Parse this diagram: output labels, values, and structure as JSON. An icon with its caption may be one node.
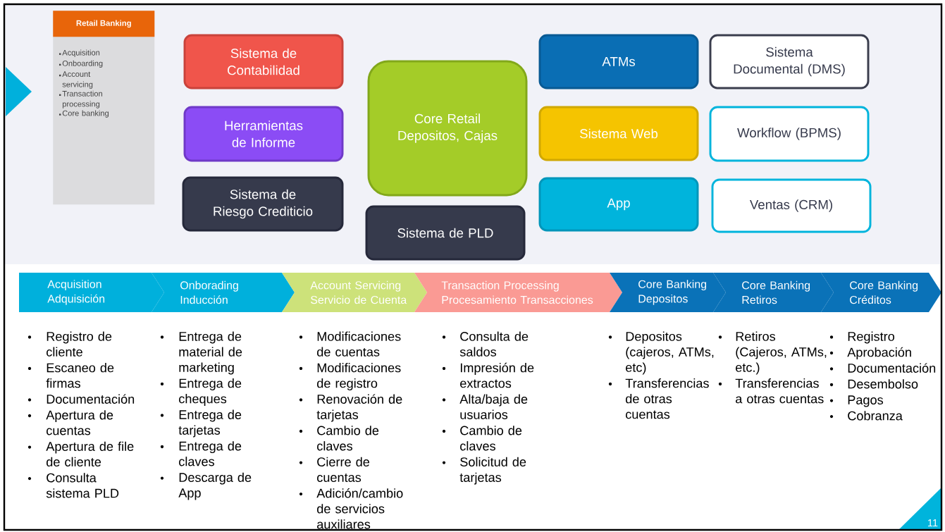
{
  "diagram": {
    "nodes": [
      {
        "text": [
          "Retail Banking",
          "Acquisition",
          "Onboarding",
          "Account servicing",
          "Transaction processing",
          "Core banking"
        ]
      },
      {
        "text": [
          "Sistema de Contabilidad"
        ]
      },
      {
        "text": [
          "Herramientas de Informe"
        ]
      },
      {
        "text": [
          "Sistema de Riesgo Crediticio"
        ]
      },
      {
        "text": [
          "Core Retail Depositos, Cajas"
        ]
      },
      {
        "text": [
          "Sistema de PLD"
        ]
      },
      {
        "text": [
          "ATMs"
        ]
      },
      {
        "text": [
          "Sistema Documental (DMS)"
        ]
      },
      {
        "text": [
          "Sistema Web"
        ]
      },
      {
        "text": [
          "Workflow (BPMS)"
        ]
      },
      {
        "text": [
          "App"
        ]
      },
      {
        "text": [
          "Ventas (CRM)"
        ]
      },
      {
        "text": [
          "Acquisition",
          "Adquisición"
        ],
        "beside": [
          "Registro de cliente",
          "Escaneo de firmas",
          "Documentación",
          "Apertura de cuentas",
          "Apertura de file de cliente",
          "Consulta sistema PLD"
        ]
      },
      {
        "text": [
          "Onborading",
          "Inducción"
        ],
        "beside": [
          "Entrega de material de marketing",
          "Entrega de cheques",
          "Entrega de tarjetas",
          "Entrega de claves",
          "Descarga de App"
        ]
      },
      {
        "text": [
          "Account Servicing",
          "Servicio de Cuenta"
        ],
        "beside": [
          "Modificaciones de cuentas",
          "Modificaciones de registro",
          "Renovación de tarjetas",
          "Cambio de claves",
          "Cierre de cuentas",
          "Adición/cambio de servicios auxiliares"
        ]
      },
      {
        "text": [
          "Transaction Processing",
          "Procesamiento Transacciones"
        ],
        "beside": [
          "Consulta de saldos",
          "Impresión de extractos",
          "Alta/baja de usuarios",
          "Cambio de claves",
          "Solicitud de tarjetas"
        ]
      },
      {
        "text": [
          "Core Banking",
          "Depositos"
        ],
        "beside": [
          "Depositos (cajeros, ATMs, etc)",
          "Transferencias de otras cuentas"
        ]
      },
      {
        "text": [
          "Core Banking",
          "Retiros"
        ],
        "beside": [
          "Retiros (Cajeros, ATMs, etc.)",
          "Transferencias a otras cuentas"
        ]
      },
      {
        "text": [
          "Core Banking",
          "Créditos"
        ],
        "beside": [
          "Registro",
          "Aprobación",
          "Documentación",
          "Desembolso",
          "Pagos",
          "Cobranza"
        ]
      }
    ],
    "labels": [
      "11"
    ]
  }
}
